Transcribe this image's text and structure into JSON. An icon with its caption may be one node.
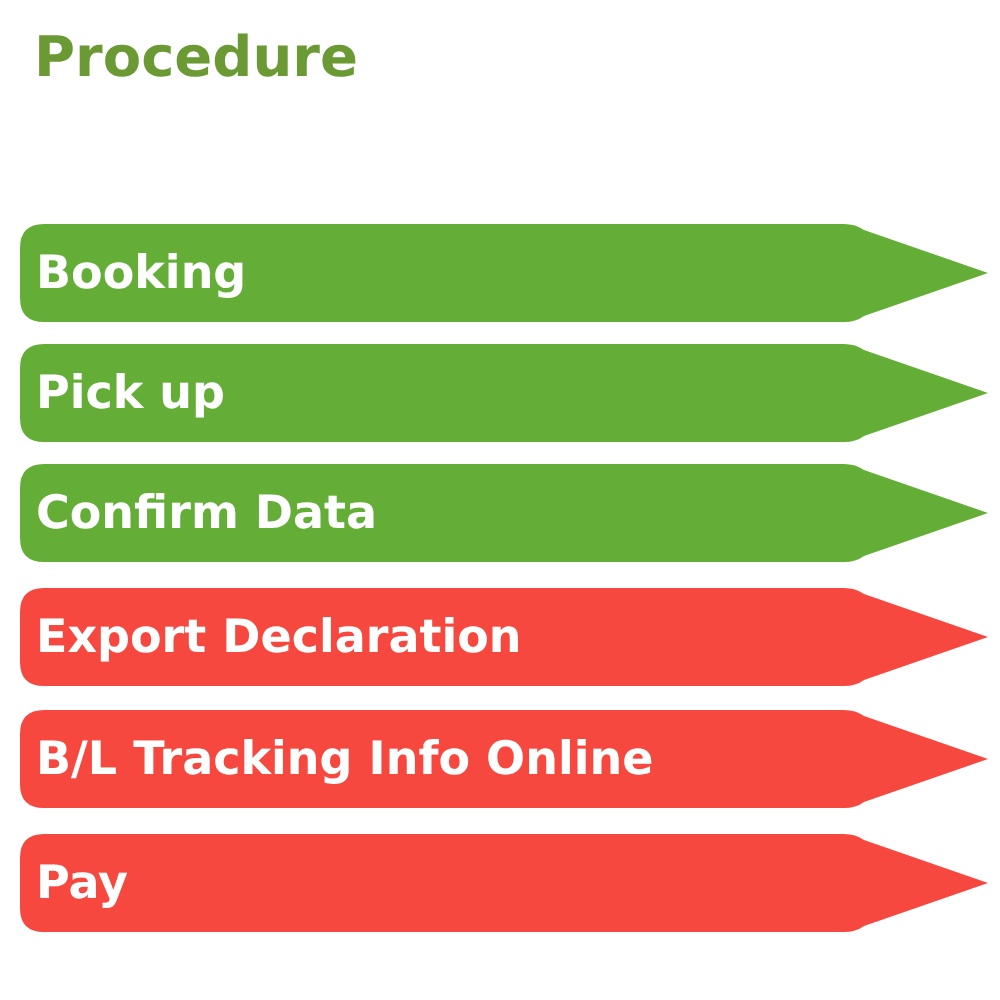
{
  "diagram": {
    "title": "Procedure",
    "nodes": [
      {
        "text": [
          "Booking"
        ]
      },
      {
        "text": [
          "Pick up"
        ]
      },
      {
        "text": [
          "Confirm Data"
        ]
      },
      {
        "text": [
          "Export Declaration"
        ]
      },
      {
        "text": [
          "B/L Tracking Info Online"
        ]
      },
      {
        "text": [
          "Pay"
        ]
      }
    ]
  }
}
